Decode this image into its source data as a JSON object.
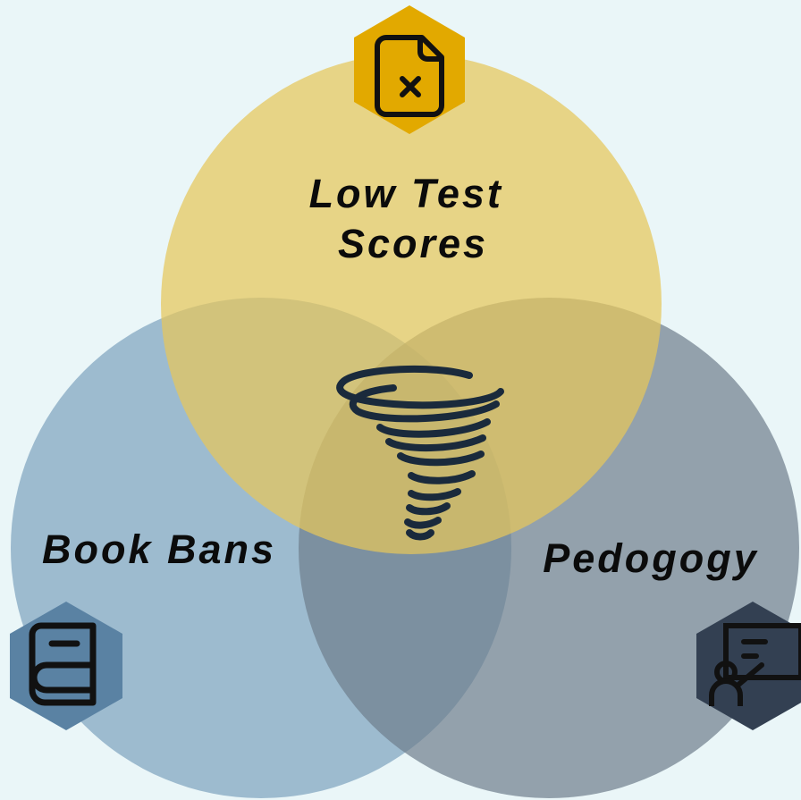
{
  "diagram": {
    "type": "venn",
    "sets": [
      {
        "label_lines": [
          "Low Test",
          "Scores"
        ],
        "color": "#e4c25c",
        "icon": "file-x-icon",
        "icon_bg": "#e2a900"
      },
      {
        "label_lines": [
          "Book Bans"
        ],
        "color": "#8aabc4",
        "icon": "book-icon",
        "icon_bg": "#5a82a3"
      },
      {
        "label_lines": [
          "Pedogogy"
        ],
        "color": "#7c8a96",
        "icon": "teacher-presentation-icon",
        "icon_bg": "#334052"
      }
    ],
    "center_icon": "tornado-icon",
    "background": "#eaf6f8"
  }
}
